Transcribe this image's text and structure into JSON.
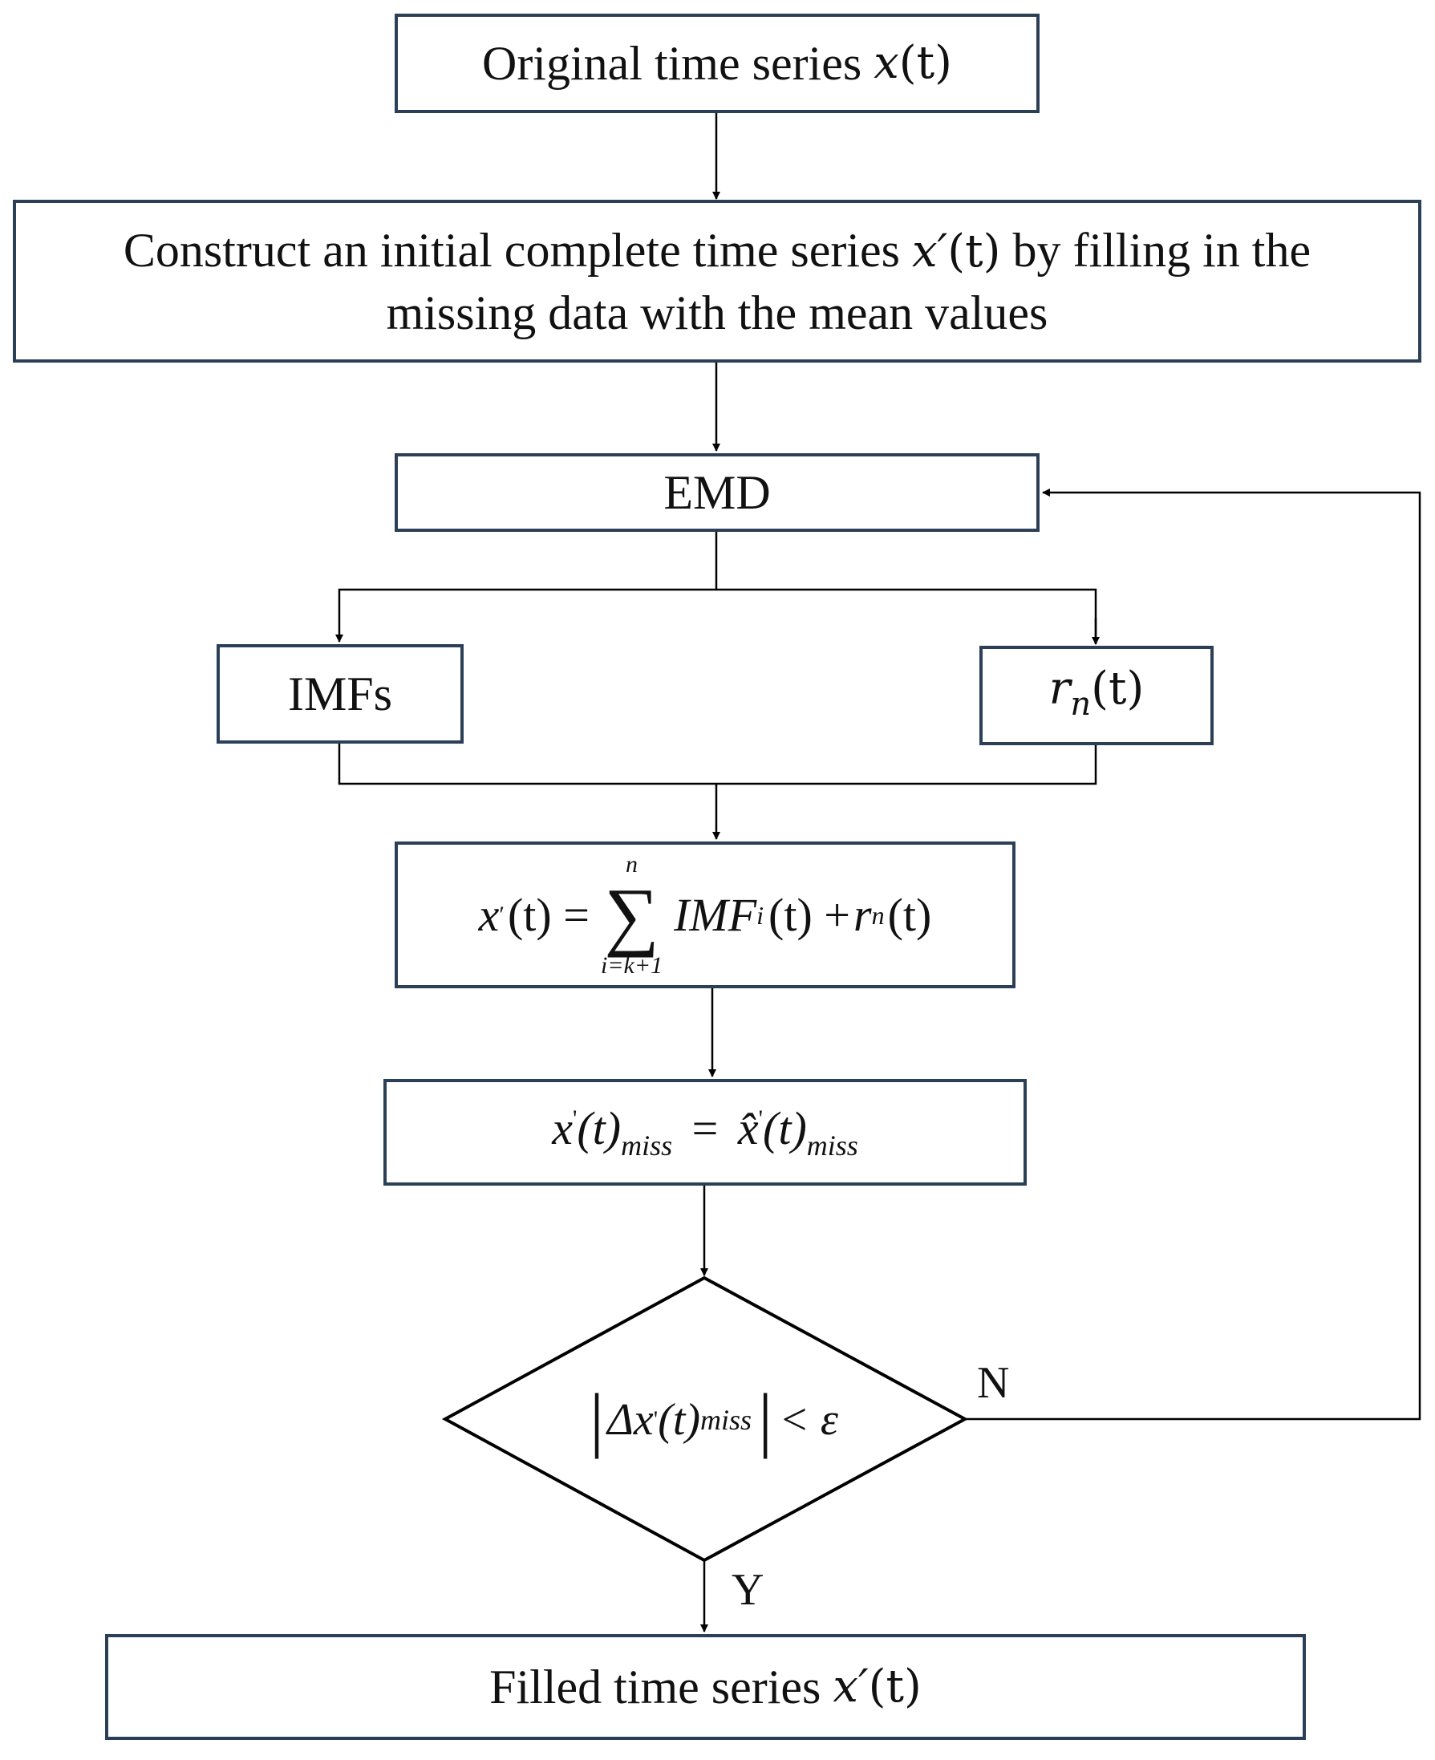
{
  "nodes": {
    "original": {
      "label": "Original time series",
      "var": "x",
      "arg": "(t)"
    },
    "construct": {
      "line1_pre": "Construct an initial complete time series",
      "var": "x′",
      "arg": "(t)",
      "line1_post": "by filling in the",
      "line2": "missing data with the mean values"
    },
    "emd": {
      "label": "EMD"
    },
    "imfs": {
      "label": "IMFs"
    },
    "residual": {
      "var": "r",
      "sub": "n",
      "arg": "(t)"
    },
    "sum_formula": {
      "lhs": "x",
      "prime": "′",
      "lhs_arg": "(t) =",
      "sigma": "∑",
      "upper": "n",
      "lower": "i=k+1",
      "term": "IMF",
      "term_sub": "i",
      "term_arg": "(t) +",
      "r": "r",
      "r_sub": "n",
      "r_arg": "(t)"
    },
    "replace_formula": {
      "lhs": "x",
      "prime": "'",
      "arg": "(t)",
      "sub": "miss",
      "eq": "=",
      "rhs": "x̂",
      "rhs_prime": "'",
      "rhs_arg": "(t)",
      "rhs_sub": "miss"
    },
    "decision": {
      "bar": "|",
      "delta": "Δx",
      "prime": "'",
      "arg": "(t)",
      "sub": "miss",
      "lt": "< ε"
    },
    "filled": {
      "label": "Filled time series",
      "var": "x′",
      "arg": "(t)"
    }
  },
  "edge_labels": {
    "no": "N",
    "yes": "Y"
  }
}
